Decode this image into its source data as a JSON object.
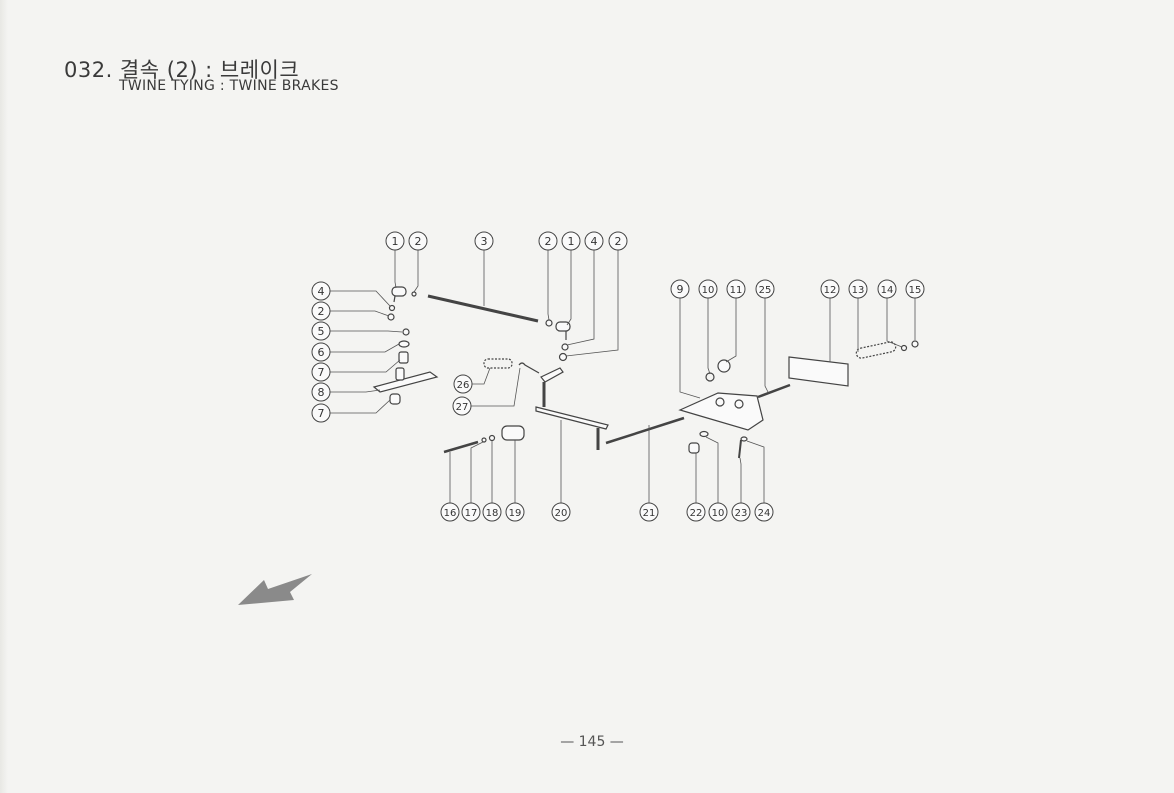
{
  "header": {
    "title": "032. 결속 (2) : 브레이크",
    "subtitle": "TWINE TYING : TWINE BRAKES"
  },
  "diagram": {
    "callouts": [
      "1",
      "2",
      "3",
      "2",
      "1",
      "4",
      "2",
      "4",
      "2",
      "5",
      "6",
      "7",
      "8",
      "7",
      "9",
      "10",
      "11",
      "25",
      "12",
      "13",
      "14",
      "15",
      "26",
      "27",
      "16",
      "17",
      "18",
      "19",
      "20",
      "21",
      "22",
      "10",
      "23",
      "24"
    ],
    "direction_arrow": "arrow-icon"
  },
  "footer": {
    "page_number": "— 145 —"
  }
}
